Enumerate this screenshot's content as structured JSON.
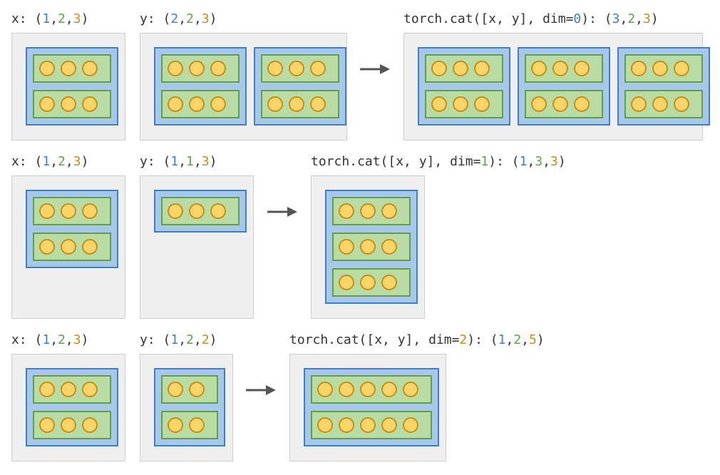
{
  "rows": [
    {
      "x_label": {
        "text": "x: ",
        "shape": [
          "1",
          "2",
          "3"
        ]
      },
      "y_label": {
        "text": "y: ",
        "shape": [
          "2",
          "2",
          "3"
        ]
      },
      "result_label": {
        "prefix": "torch.cat([x, y], dim=",
        "dim": "0",
        "mid": "): ",
        "shape": [
          "3",
          "2",
          "3"
        ]
      }
    },
    {
      "x_label": {
        "text": "x: ",
        "shape": [
          "1",
          "2",
          "3"
        ]
      },
      "y_label": {
        "text": "y: ",
        "shape": [
          "1",
          "1",
          "3"
        ]
      },
      "result_label": {
        "prefix": "torch.cat([x, y], dim=",
        "dim": "1",
        "mid": "): ",
        "shape": [
          "1",
          "3",
          "3"
        ]
      }
    },
    {
      "x_label": {
        "text": "x: ",
        "shape": [
          "1",
          "2",
          "3"
        ]
      },
      "y_label": {
        "text": "y: ",
        "shape": [
          "1",
          "2",
          "2"
        ]
      },
      "result_label": {
        "prefix": "torch.cat([x, y], dim=",
        "dim": "2",
        "mid": "): ",
        "shape": [
          "1",
          "2",
          "5"
        ]
      }
    }
  ],
  "colors": {
    "dim0": "#3f7fc7",
    "dim1": "#61a048",
    "dim2": "#c48f16",
    "panel": "#efefef",
    "tensor_fill": "#a8c8ea",
    "row_fill": "#b9dca4",
    "element_fill": "#fdd567"
  }
}
